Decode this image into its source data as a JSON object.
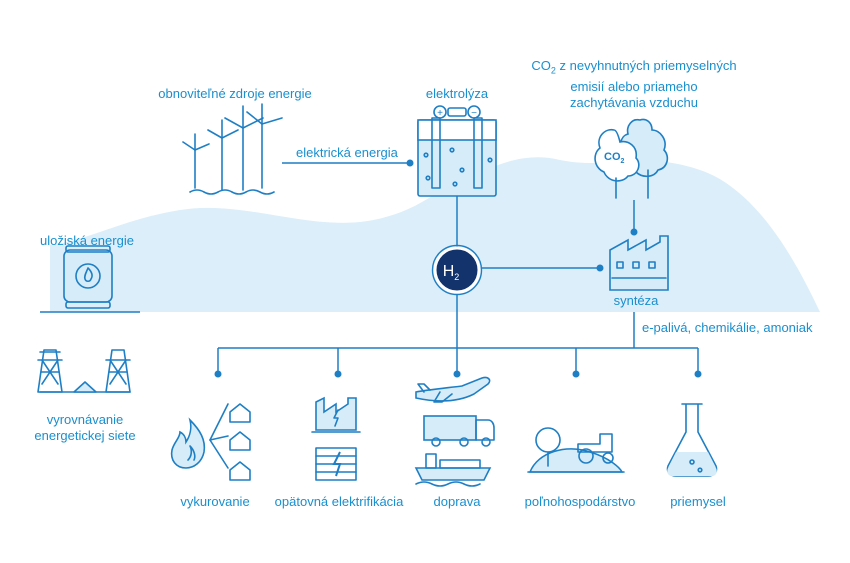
{
  "labels": {
    "renewables": "obnoviteľné zdroje energie",
    "electricity": "elektrická energia",
    "electrolysis": "elektrolýza",
    "co2_line1_pre": "CO",
    "co2_line1_sub": "2",
    "co2_line1_post": " z nevyhnutných priemyselných",
    "co2_line2": "emisií alebo priameho",
    "co2_line3": "zachytávania vzduchu",
    "co2_badge_pre": "CO",
    "co2_badge_sub": "2",
    "storage": "uložiská energie",
    "h2_main": "H",
    "h2_sub": "2",
    "synthesis": "syntéza",
    "efuels": "e-palivá, chemikálie, amoniak",
    "grid_line1": "vyrovnávanie",
    "grid_line2": "energetickej siete",
    "heating": "vykurovanie",
    "reelectrification": "opätovná elektrifikácia",
    "transport": "doprava",
    "agriculture": "poľnohospodárstvo",
    "industry": "priemysel"
  },
  "colors": {
    "accent": "#1a8fce",
    "line": "#1f7fc4",
    "background_hill": "#dceef9",
    "h2_fill": "#12336b"
  },
  "icons": [
    "wind-turbines-icon",
    "electrolyzer-icon",
    "trees-co2-icon",
    "gas-tank-icon",
    "hydrogen-node-icon",
    "factory-icon",
    "power-pylons-icon",
    "flame-houses-icon",
    "power-plant-icon",
    "airplane-icon",
    "truck-icon",
    "ship-icon",
    "tractor-icon",
    "flask-icon"
  ]
}
